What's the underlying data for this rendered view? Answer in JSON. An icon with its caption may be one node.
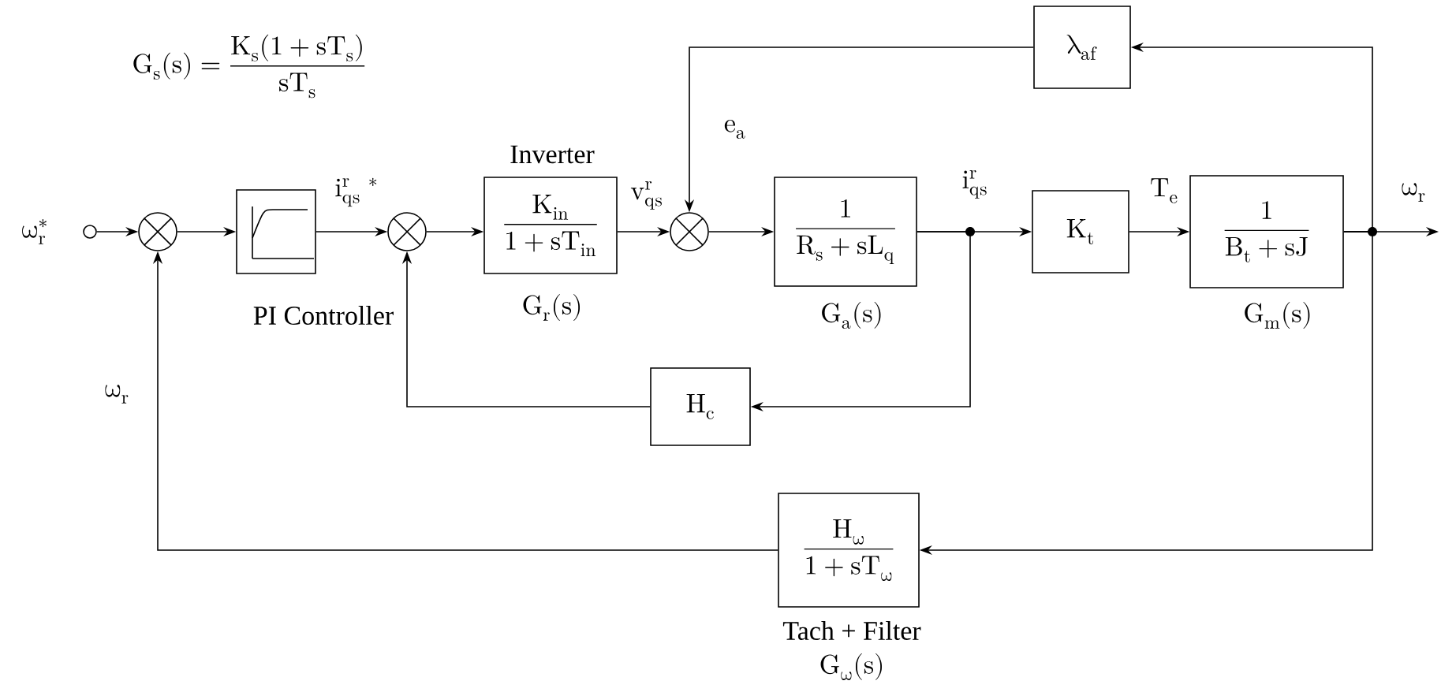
{
  "diagram": {
    "nodes": [
      {
        "text": [],
        "shape": "circle",
        "beside": [
          "\\omega_r^*"
        ]
      },
      {
        "text": [],
        "shape": "circle"
      },
      {
        "text": [],
        "shape": "box",
        "beside": [
          "PI Controller"
        ]
      },
      {
        "text": [],
        "shape": "circle"
      },
      {
        "text": [
          "Inverter",
          "\\frac{K_{in}}{1+sT_{in}}"
        ],
        "beside": [
          "G_r(s)"
        ]
      },
      {
        "text": [],
        "shape": "circle"
      },
      {
        "text": [
          "\\frac{1}{R_s+sL_q}"
        ],
        "beside": [
          "G_a(s)"
        ]
      },
      {
        "text": [
          "K_t"
        ]
      },
      {
        "text": [
          "\\frac{1}{B_t+sJ}"
        ],
        "beside": [
          "G_m(s)"
        ]
      },
      {
        "text": [
          "\\lambda_{af}"
        ]
      },
      {
        "text": [
          "H_c"
        ]
      },
      {
        "text": [
          "\\frac{H_\\omega}{1+sT_\\omega}"
        ],
        "beside": [
          "Tach + Filter",
          "G_\\omega(s)"
        ]
      }
    ],
    "edges": [
      {
        "from": 0,
        "to": 1,
        "arrow": "to"
      },
      {
        "from": 1,
        "to": 2,
        "arrow": "to"
      },
      {
        "from": 2,
        "to": 3,
        "arrow": "to",
        "label": "i_{qs}^{r}\\;{}^{*}"
      },
      {
        "from": 3,
        "to": 4,
        "arrow": "to"
      },
      {
        "from": 4,
        "to": 5,
        "arrow": "to",
        "label": "v_{qs}^{r}"
      },
      {
        "from": 5,
        "to": 6,
        "arrow": "to"
      },
      {
        "from": 6,
        "to": 7,
        "arrow": "to",
        "label": "i_{qs}^{r}"
      },
      {
        "from": 7,
        "to": 8,
        "arrow": "to",
        "label": "T_e"
      },
      {
        "from": 8,
        "to": null,
        "arrow": "to",
        "label": "\\omega_r"
      },
      {
        "from": 8,
        "to": 9,
        "arrow": "to"
      },
      {
        "from": 9,
        "to": 5,
        "arrow": "to",
        "label": "e_a"
      },
      {
        "from": 8,
        "to": 11,
        "arrow": "to"
      },
      {
        "from": 11,
        "to": 1,
        "arrow": "to",
        "label": "\\omega_r"
      },
      {
        "from": 6,
        "to": 10,
        "arrow": "to"
      },
      {
        "from": 10,
        "to": 3,
        "arrow": "to"
      }
    ],
    "labels": [
      "G_s(s) = \\frac{K_s(1+sT_s)}{sT_s}"
    ]
  }
}
